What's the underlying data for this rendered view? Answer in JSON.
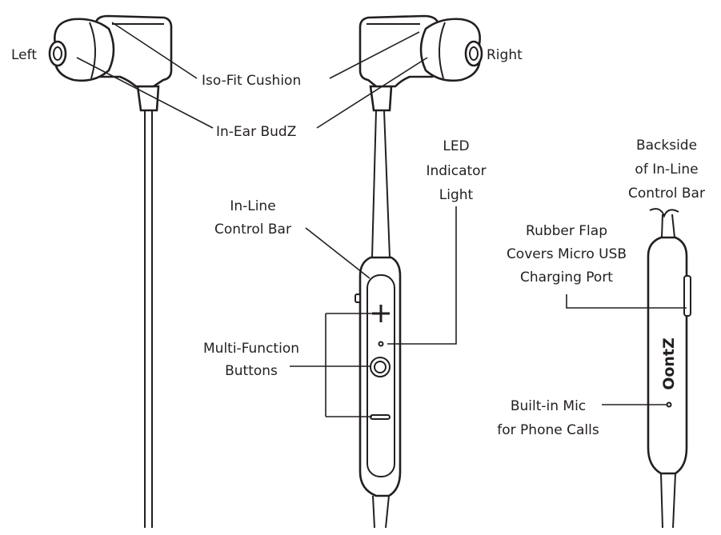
{
  "labels": {
    "left": "Left",
    "right": "Right",
    "iso_fit": "Iso-Fit Cushion",
    "in_ear": "In-Ear BudZ",
    "led_1": "LED",
    "led_2": "Indicator",
    "led_3": "Light",
    "control_1": "In-Line",
    "control_2": "Control Bar",
    "multi_1": "Multi-Function",
    "multi_2": "Buttons",
    "backside_1": "Backside",
    "backside_2": "of In-Line",
    "backside_3": "Control Bar",
    "flap_1": "Rubber Flap",
    "flap_2": "Covers Micro USB",
    "flap_3": "Charging Port",
    "mic_1": "Built-in Mic",
    "mic_2": "for Phone Calls",
    "brand": "OontZ"
  },
  "colors": {
    "ink": "#231f20",
    "background": "#ffffff"
  }
}
